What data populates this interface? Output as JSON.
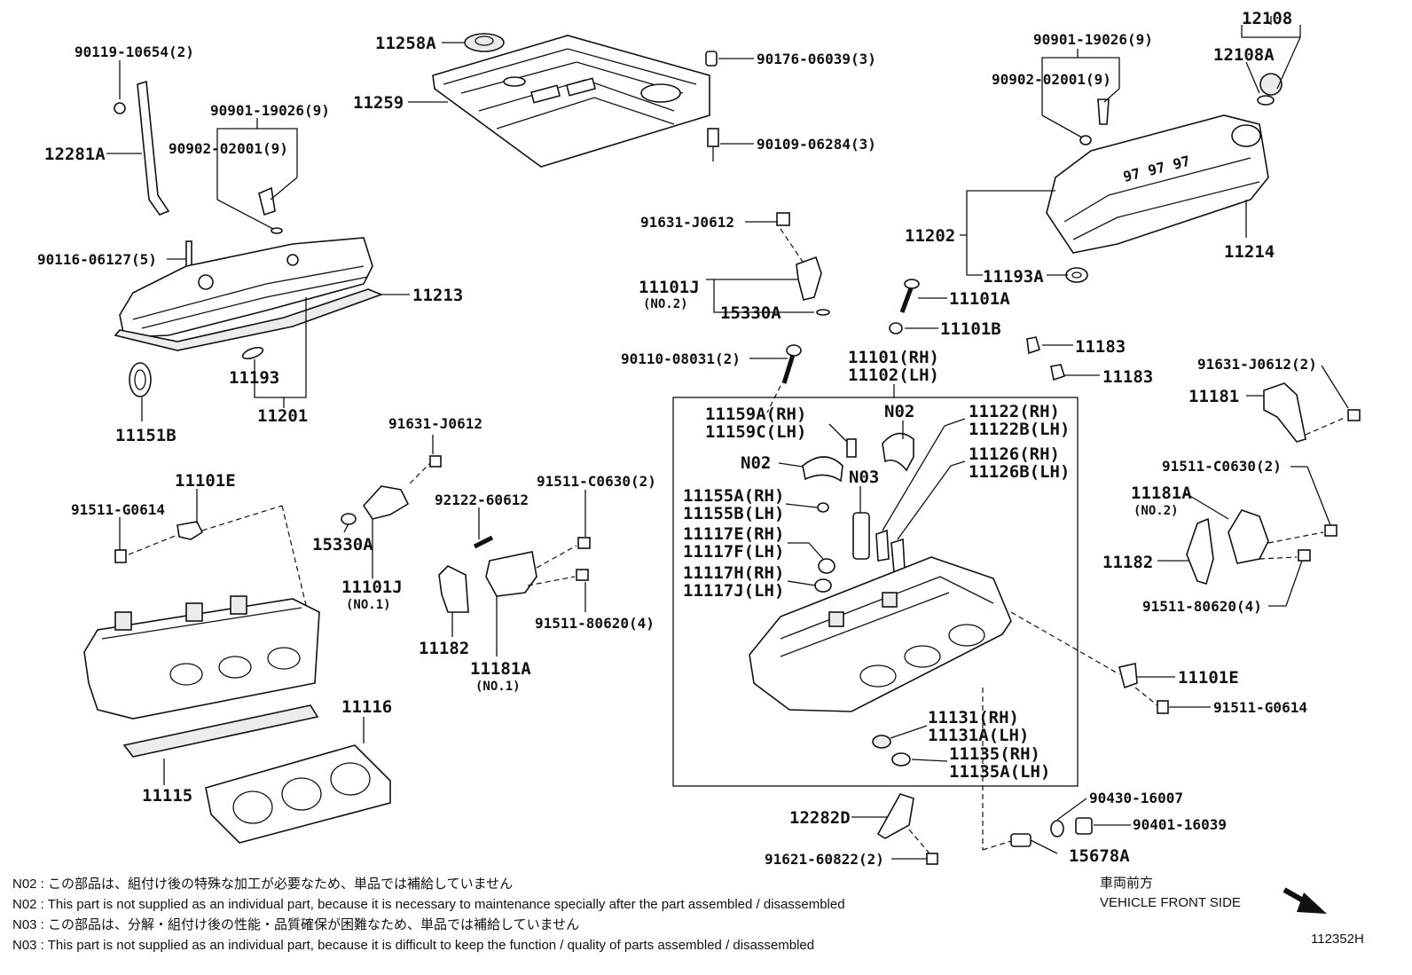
{
  "labels": {
    "p11258A": "11258A",
    "p11259": "11259",
    "p90176": "90176-06039(3)",
    "p90109": "90109-06284(3)",
    "p90119": "90119-10654(2)",
    "p12281A": "12281A",
    "p90901_l": "90901-19026(9)",
    "p90902_l": "90902-02001(9)",
    "p90116": "90116-06127(5)",
    "p11213": "11213",
    "p11193": "11193",
    "p11201": "11201",
    "p11151B": "11151B",
    "p90901_r": "90901-19026(9)",
    "p90902_r": "90902-02001(9)",
    "p12108": "12108",
    "p12108A": "12108A",
    "p11202": "11202",
    "p11214": "11214",
    "p11193A": "11193A",
    "p91631_c": "91631-J0612",
    "p11101J_c": "11101J",
    "p11101J_c_sub": "(NO.2)",
    "p15330A_c": "15330A",
    "p11101A": "11101A",
    "p11101B": "11101B",
    "p90110": "90110-08031(2)",
    "p11101RH": "11101(RH)",
    "p11102LH": "11102(LH)",
    "p11183a": "11183",
    "p11183b": "11183",
    "p91631_r": "91631-J0612(2)",
    "p11181": "11181",
    "p91511_c0630_r": "91511-C0630(2)",
    "p11181A_r": "11181A",
    "p11181A_r_sub": "(NO.2)",
    "p11182_r": "11182",
    "p91511_80620_r": "91511-80620(4)",
    "p11101E_l": "11101E",
    "p91511_g_l": "91511-G0614",
    "p91631_m": "91631-J0612",
    "p15330A_m": "15330A",
    "p11101J_m": "11101J",
    "p11101J_m_sub": "(NO.1)",
    "p92122": "92122-60612",
    "p91511_c0630_m": "91511-C0630(2)",
    "p91511_80620_m": "91511-80620(4)",
    "p11182_m": "11182",
    "p11181A_m": "11181A",
    "p11181A_m_sub": "(NO.1)",
    "p11116": "11116",
    "p11115": "11115",
    "p11159A": "11159A(RH)",
    "p11159C": "11159C(LH)",
    "pN02a": "N02",
    "pN02b": "N02",
    "pN03": "N03",
    "p11155A": "11155A(RH)",
    "p11155B": "11155B(LH)",
    "p11117E": "11117E(RH)",
    "p11117F": "11117F(LH)",
    "p11117H": "11117H(RH)",
    "p11117J": "11117J(LH)",
    "p11122": "11122(RH)",
    "p11122B": "11122B(LH)",
    "p11126": "11126(RH)",
    "p11126B": "11126B(LH)",
    "p11131": "11131(RH)",
    "p11131A": "11131A(LH)",
    "p11135": "11135(RH)",
    "p11135A": "11135A(LH)",
    "p11101E_r": "11101E",
    "p91511_g_r": "91511-G0614",
    "p12282D": "12282D",
    "p91621": "91621-60822(2)",
    "p90430": "90430-16007",
    "p90401": "90401-16039",
    "p15678A": "15678A"
  },
  "notes": [
    "N02 : この部品は、組付け後の特殊な加工が必要なため、単品では補給していません",
    "N02 : This part is not supplied as an individual part, because it is necessary to maintenance specially after the part assembled / disassembled",
    "N03 : この部品は、分解・組付け後の性能・品質確保が困難なため、単品では補給していません",
    "N03 : This part is not supplied as an individual part, because it is difficult to keep the function / quality of parts  assembled / disassembled"
  ],
  "front_jp": "車両前方",
  "front_en": "VEHICLE FRONT SIDE",
  "diagram_code": "112352H"
}
